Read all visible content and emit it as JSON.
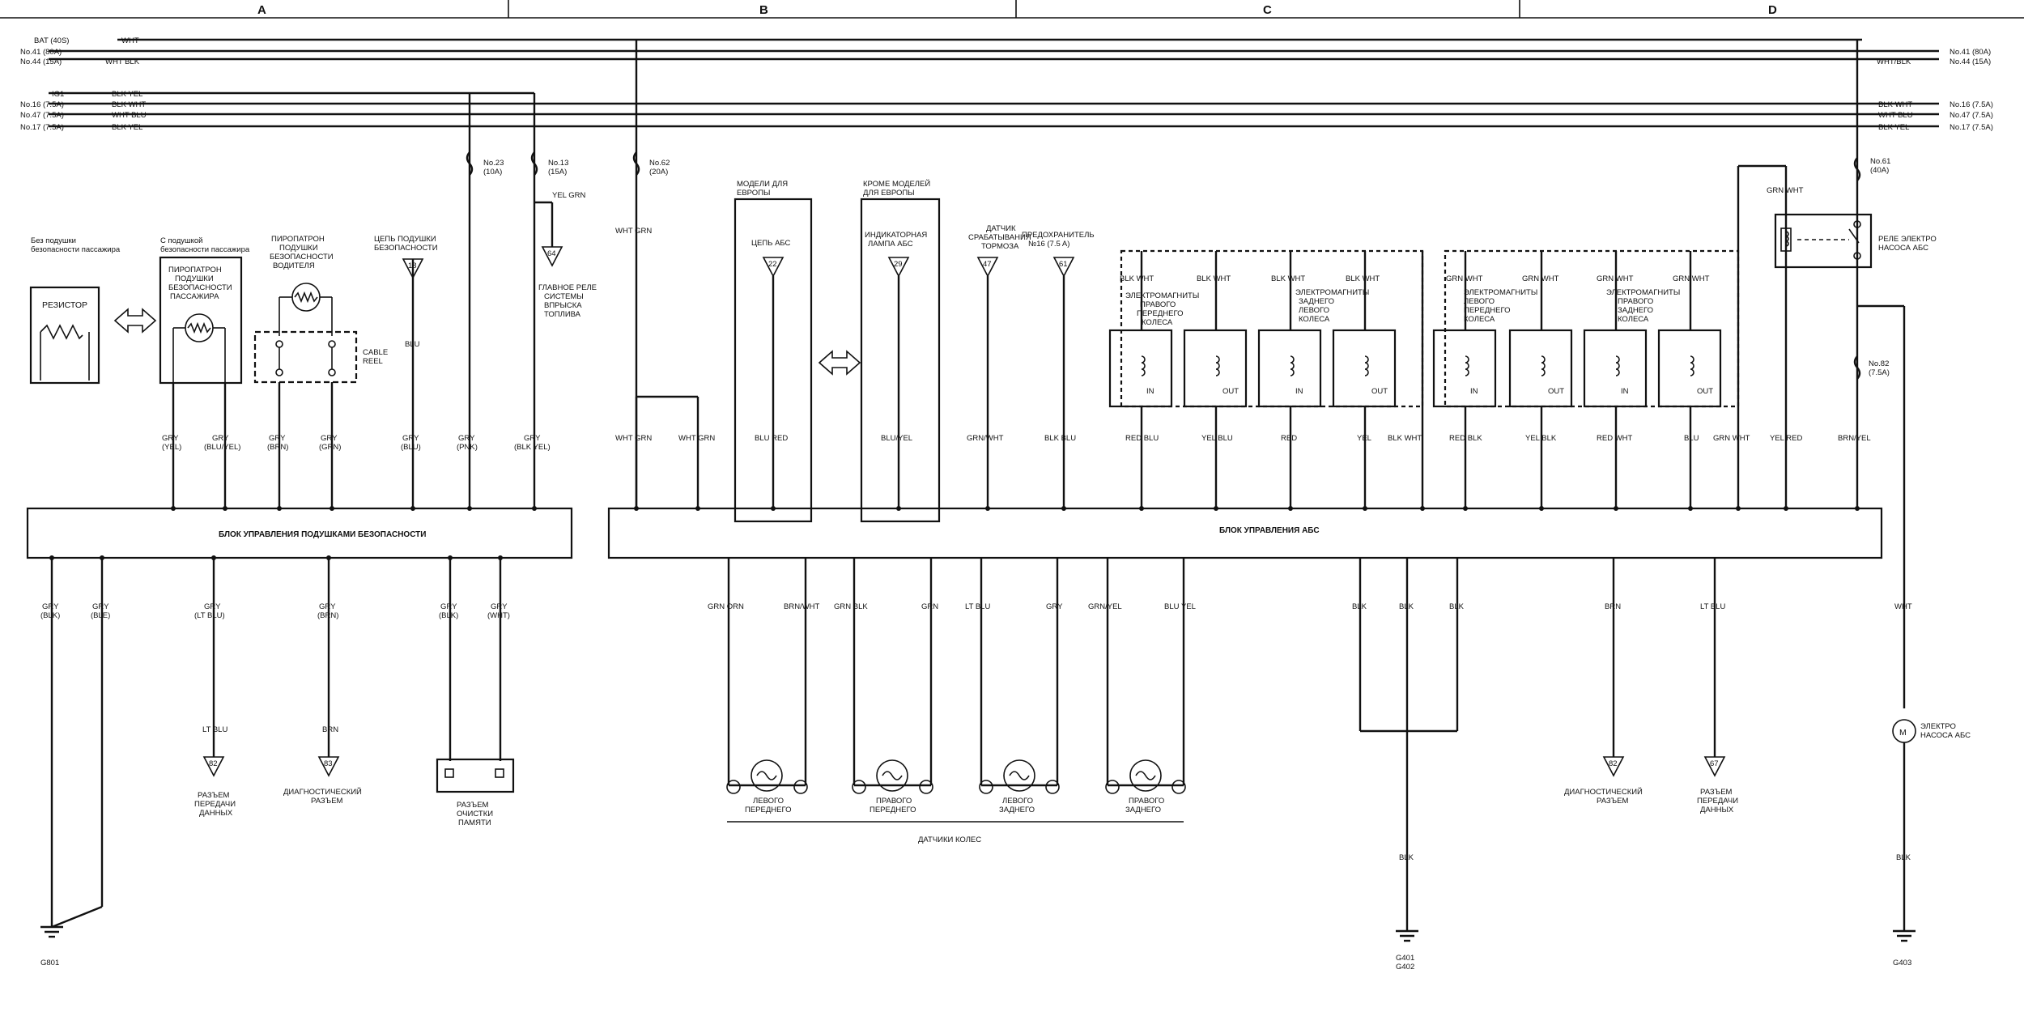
{
  "columns": [
    "A",
    "B",
    "C",
    "D"
  ],
  "left_supply": [
    "BAT (40S)",
    "No.41 (80A)",
    "No.44 (15A)",
    "IG1",
    "No.16 (7.5A)",
    "No.47 (7.5A)",
    "No.17 (7.5A)"
  ],
  "left_wires": [
    "WHT",
    "WHT BLK",
    "BLK YEL",
    "BLK WHT",
    "WHT BLU",
    "BLK YEL"
  ],
  "right_supply": [
    "No.41 (80A)",
    "No.44 (15A)",
    "No.16 (7.5A)",
    "No.47 (7.5A)",
    "No.17 (7.5A)"
  ],
  "right_wires": [
    "WHT/BLK",
    "BLK WHT",
    "WHT BLU",
    "BLK YEL"
  ],
  "fuses": {
    "f23": [
      "No.23",
      "(10A)"
    ],
    "f13": [
      "No.13",
      "(15A)"
    ],
    "f62": [
      "No.62",
      "(20A)"
    ],
    "f61": [
      "No.61",
      "(40A)"
    ],
    "f82": [
      "No.82",
      "(7.5A)"
    ]
  },
  "srs": {
    "unit": "БЛОК УПРАВЛЕНИЯ ПОДУШКАМИ БЕЗОПАСНОСТИ",
    "no_airbag": [
      "Без подушки",
      "безопасности пассажира"
    ],
    "resistor": "РЕЗИСТОР",
    "with_airbag": [
      "С подушкой",
      "безопасности пассажира"
    ],
    "pass_squib": [
      "ПИРОПАТРОН",
      "ПОДУШКИ",
      "БЕЗОПАСНОСТИ",
      "ПАССАЖИРА"
    ],
    "drv_squib": [
      "ПИРОПАТРОН",
      "ПОДУШКИ",
      "БЕЗОПАСНОСТИ",
      "ВОДИТЕЛЯ"
    ],
    "cable_reel": [
      "CABLE",
      "REEL"
    ],
    "srs_circuit": [
      "ЦЕПЬ ПОДУШКИ",
      "БЕЗОПАСНОСТИ"
    ],
    "srs_circuit_num": "18",
    "main_relay_num": "64",
    "main_relay": [
      "ГЛАВНОЕ РЕЛЕ",
      "СИСТЕМЫ",
      "ВПРЫСКА",
      "ТОПЛИВА"
    ],
    "top_wires": [
      [
        "GRY",
        "(YEL)"
      ],
      [
        "GRY",
        "(BLU/YEL)"
      ],
      [
        "GRY",
        "(BRN)"
      ],
      [
        "GRY",
        "(GRN)"
      ],
      [
        "GRY",
        "(BLU)"
      ],
      [
        "GRY",
        "(PNK)"
      ],
      [
        "GRY",
        "(BLK YEL)"
      ]
    ],
    "blu": "BLU",
    "yel_grn": "YEL GRN",
    "bot_wires": [
      [
        "GRY",
        "(BLK)"
      ],
      [
        "GRY",
        "(BLE)"
      ],
      [
        "GRY",
        "(LT BLU)"
      ],
      [
        "GRY",
        "(BRN)"
      ],
      [
        "GRY",
        "(BLK)"
      ],
      [
        "GRY",
        "(WHT)"
      ]
    ],
    "lt_blu": "LT BLU",
    "brn": "BRN",
    "data_num": "82",
    "data_conn": [
      "РАЗЪЕМ",
      "ПЕРЕДАЧИ",
      "ДАННЫХ"
    ],
    "diag_num": "83",
    "diag_conn": [
      "ДИАГНОСТИЧЕСКИЙ",
      "РАЗЪЕМ"
    ],
    "mem_clear": [
      "РАЗЪЕМ",
      "ОЧИСТКИ",
      "ПАМЯТИ"
    ],
    "ground": "G801"
  },
  "abs": {
    "unit": "БЛОК УПРАВЛЕНИЯ АБС",
    "wht_grn": "WHT GRN",
    "wht_grn2": "WHT GRN",
    "wht_grn3": "WHT GRN",
    "europe": [
      "МОДЕЛИ ДЛЯ",
      "ЕВРОПЫ"
    ],
    "abs_circuit": "ЦЕПЬ АБС",
    "abs_circuit_num": "22",
    "non_europe": [
      "КРОМЕ МОДЕЛЕЙ",
      "ДЛЯ ЕВРОПЫ"
    ],
    "abs_lamp": [
      "ИНДИКАТОРНАЯ",
      "ЛАМПА АБС"
    ],
    "abs_lamp_num": "29",
    "brake_sw": [
      "ДАТЧИК",
      "СРАБАТЫВАНИЯ",
      "ТОРМОЗА"
    ],
    "brake_sw_num": "47",
    "fuse_ref": [
      "ПРЕДОХРАНИТЕЛЬ",
      "№16 (7.5 A)"
    ],
    "fuse_ref_num": "61",
    "top_wires": [
      "BLU RED",
      "BLU/YEL",
      "GRN/WHT",
      "BLK BLU"
    ],
    "sol_front_r": [
      "ЭЛЕКТРОМАГНИТЫ",
      "ПРАВОГО",
      "ПЕРЕДНЕГО",
      "КОЛЕСА"
    ],
    "sol_rear_l": [
      "ЭЛЕКТРОМАГНИТЫ",
      "ЗАДНЕГО",
      "ЛЕВОГО",
      "КОЛЕСА"
    ],
    "sol_front_l": [
      "ЭЛЕКТРОМАГНИТЫ",
      "ЛЕВОГО",
      "ПЕРЕДНЕГО",
      "КОЛЕСА"
    ],
    "sol_rear_r": [
      "ЭЛЕКТРОМАГНИТЫ",
      "ПРАВОГО",
      "ЗАДНЕГО",
      "КОЛЕСА"
    ],
    "sol_top": [
      "BLK WHT",
      "BLK WHT",
      "BLK WHT",
      "BLK WHT",
      "GRN WHT",
      "GRN WHT",
      "GRN WHT",
      "GRN WHT"
    ],
    "sol_io": [
      "IN",
      "OUT",
      "IN",
      "OUT",
      "IN",
      "OUT",
      "IN",
      "OUT"
    ],
    "sol_bot": [
      "RED BLU",
      "YEL BLU",
      "RED",
      "YEL",
      "RED BLK",
      "YEL BLK",
      "RED WHT",
      "BLU"
    ],
    "blk_wht": "BLK WHT",
    "grn_wht": "GRN WHT",
    "grn_wht_r": "GRN WHT",
    "yel_red": "YEL RED",
    "brn_yel": "BRN/YEL",
    "pump_relay": [
      "РЕЛЕ ЭЛЕКТРО",
      "НАСОСА АБС"
    ],
    "sensor_wires": [
      "GRN ORN",
      "BRN/WHT",
      "GRN BLK",
      "GRN",
      "LT BLU",
      "GRY",
      "GRN/YEL",
      "BLU YEL"
    ],
    "sensors": [
      [
        "ЛЕВОГО",
        "ПЕРЕДНЕГО"
      ],
      [
        "ПРАВОГО",
        "ПЕРЕДНЕГО"
      ],
      [
        "ЛЕВОГО",
        "ЗАДНЕГО"
      ],
      [
        "ПРАВОГО",
        "ЗАДНЕГО"
      ]
    ],
    "sensors_caption": "ДАТЧИКИ КОЛЕС",
    "blk": [
      "BLK",
      "BLK",
      "BLK",
      "BLK"
    ],
    "brn": "BRN",
    "lt_blu": "LT BLU",
    "diag_num": "82",
    "diag_conn": [
      "ДИАГНОСТИЧЕСКИЙ",
      "РАЗЪЕМ"
    ],
    "data_num": "67",
    "data_conn": [
      "РАЗЪЕМ",
      "ПЕРЕДАЧИ",
      "ДАННЫХ"
    ],
    "wht": "WHT",
    "motor_letter": "M",
    "motor": [
      "ЭЛЕКТРО",
      "НАСОСА АБС"
    ],
    "blk_motor": "BLK",
    "ground_mid": [
      "G401",
      "G402"
    ],
    "ground_right": "G403"
  }
}
